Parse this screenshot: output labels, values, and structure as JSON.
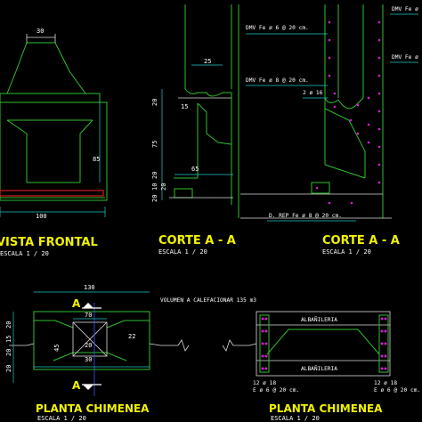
{
  "titles": {
    "vista_frontal": "VISTA FRONTAL",
    "corte_left": "CORTE A - A",
    "corte_right": "CORTE A - A",
    "planta_left": "PLANTA CHIMENEA",
    "planta_right": "PLANTA CHIMENEA"
  },
  "scales": {
    "vista_frontal": "ESCALA 1 / 20",
    "corte_left": "ESCALA 1 / 20",
    "corte_right": "ESCALA 1 / 20",
    "planta_left": "ESCALA 1 / 20",
    "planta_right": "ESCALA 1 / 20"
  },
  "dims": {
    "vf_top": "30",
    "vf_height": "85",
    "vf_base": "100",
    "ca_25": "25",
    "ca_15": "15",
    "ca_20a": "20",
    "ca_75": "75",
    "ca_65": "65",
    "ca_20b": "20",
    "ca_10": "10",
    "ca_20c": "20",
    "ca_20d": "20",
    "pl_130": "130",
    "pl_70": "70",
    "pl_20": "20",
    "pl_30": "30",
    "pl_22": "22",
    "pl_45": "45",
    "pl_side1": "20",
    "pl_side2": "15",
    "pl_side3": "20",
    "pl_side4": "20",
    "section_a_top": "A",
    "section_a_bottom": "A"
  },
  "notes": {
    "dmv1": "DMV Fe ø 6 @ 20 cm.",
    "dmv2": "DMV Fe ø 8 @ 20 cm.",
    "fe16": "2 ø 16",
    "drep": "D. REP Fe ø 8 @ 20 cm.",
    "dmv_right1": "DMV Fe ø",
    "dmv_right2": "DMV Fe ø",
    "volumen": "VOLUMEN A CALEFACIONAR 135 m3",
    "albanileria1": "ALBAÑILERIA",
    "albanileria2": "ALBAÑILERIA",
    "bar1": "12 ø 18",
    "bar2": "E ø 6 @ 20 cm.",
    "bar3": "12 ø 18",
    "bar4": "E ø 6 @ 20 cm."
  },
  "colors": {
    "background": "#000000",
    "title": "#f2f200",
    "wall": "#2fbf2f",
    "dimension": "#21c9c9",
    "rebar": "#d020d0",
    "hearth": "#d81c1c"
  }
}
